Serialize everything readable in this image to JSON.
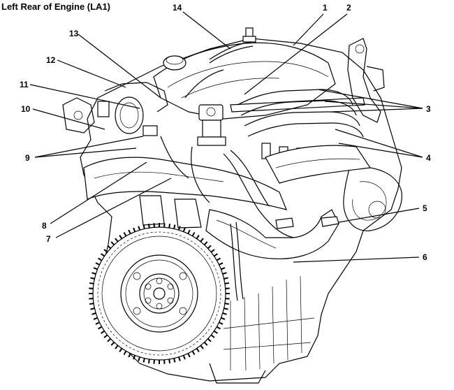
{
  "title": "Left Rear of Engine (LA1)",
  "callouts": [
    {
      "id": "1",
      "label": "1"
    },
    {
      "id": "2",
      "label": "2"
    },
    {
      "id": "3",
      "label": "3"
    },
    {
      "id": "4",
      "label": "4"
    },
    {
      "id": "5",
      "label": "5"
    },
    {
      "id": "6",
      "label": "6"
    },
    {
      "id": "7",
      "label": "7"
    },
    {
      "id": "8",
      "label": "8"
    },
    {
      "id": "9",
      "label": "9"
    },
    {
      "id": "10",
      "label": "10"
    },
    {
      "id": "11",
      "label": "11"
    },
    {
      "id": "12",
      "label": "12"
    },
    {
      "id": "13",
      "label": "13"
    },
    {
      "id": "14",
      "label": "14"
    }
  ]
}
